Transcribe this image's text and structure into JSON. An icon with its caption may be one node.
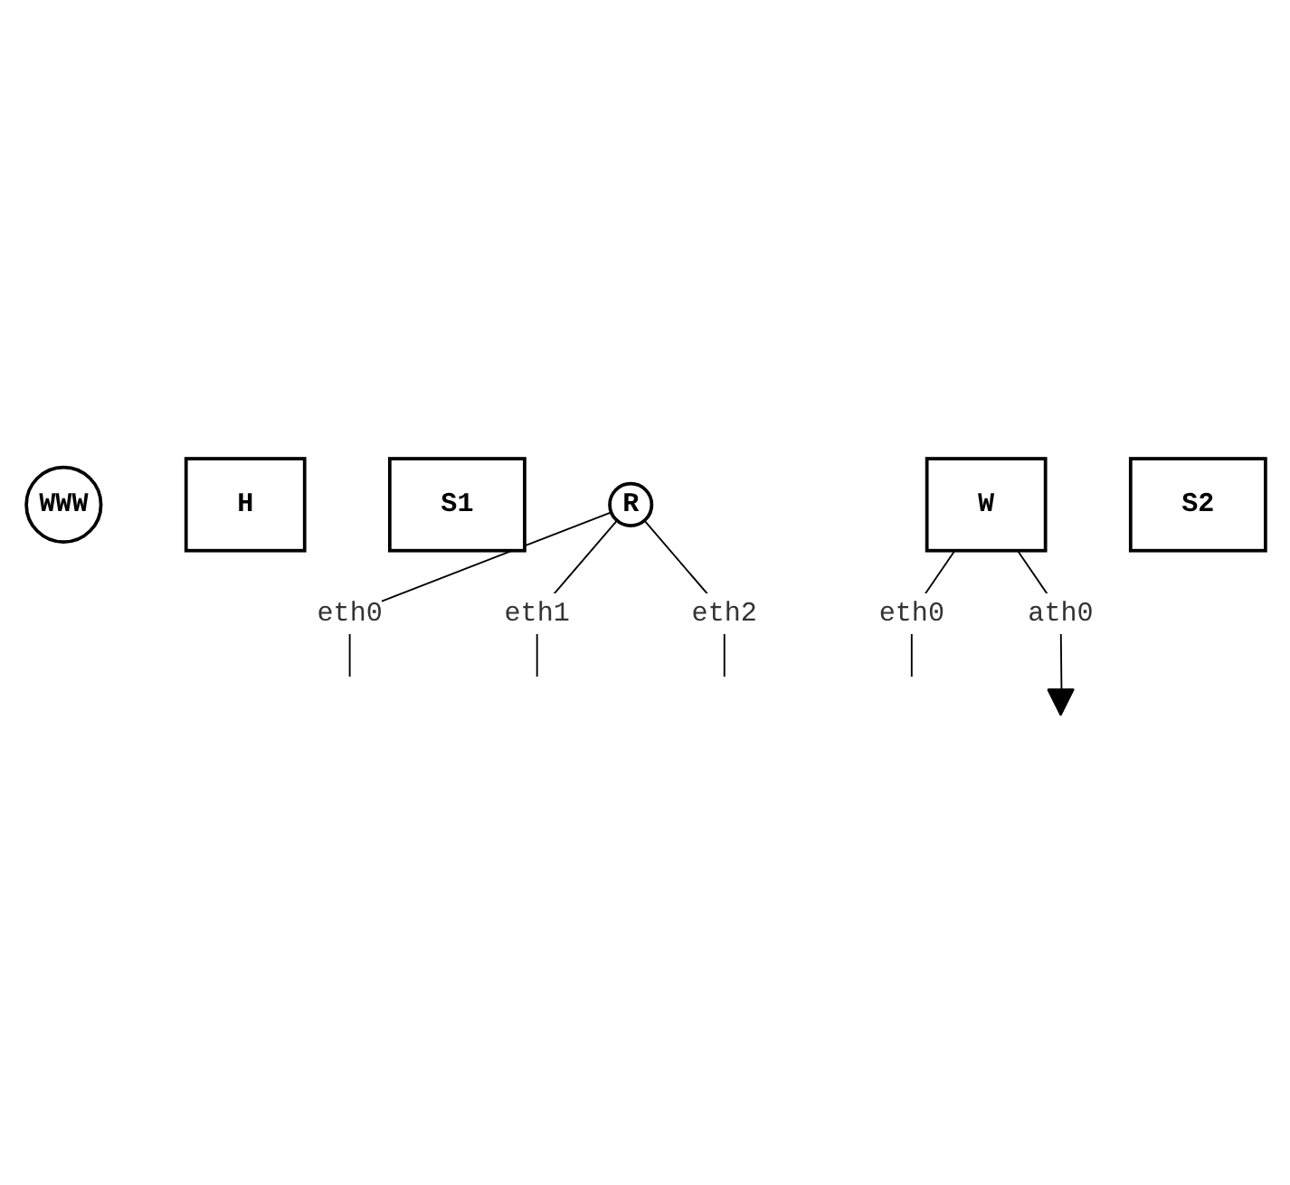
{
  "diagram": {
    "nodes": [
      {
        "text": [
          "WWW"
        ]
      },
      {
        "text": [
          "H"
        ]
      },
      {
        "text": [
          "S1"
        ]
      },
      {
        "text": [
          "R"
        ]
      },
      {
        "text": [
          "W"
        ]
      },
      {
        "text": [],
        "shape": "antenna"
      },
      {
        "text": [
          "S2"
        ]
      }
    ],
    "edges": [
      {
        "from": 3,
        "to": null,
        "arrow": "none",
        "label": "eth0"
      },
      {
        "from": 3,
        "to": null,
        "arrow": "none",
        "label": "eth1"
      },
      {
        "from": 3,
        "to": null,
        "arrow": "none",
        "label": "eth2"
      },
      {
        "from": 4,
        "to": null,
        "arrow": "none",
        "label": "eth0"
      },
      {
        "from": 4,
        "to": 5,
        "arrow": "none",
        "label": "ath0"
      }
    ]
  }
}
